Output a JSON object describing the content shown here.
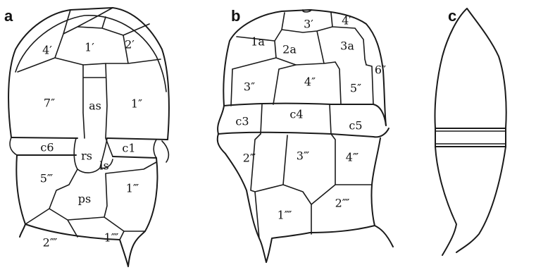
{
  "panels": [
    {
      "letter": "a",
      "plates": [
        "4′",
        "1′",
        "2′",
        "7″",
        "as",
        "1″",
        "c6",
        "rs",
        "ls",
        "c1",
        "5‴",
        "ps",
        "1‴",
        "2⁗",
        "1⁗"
      ]
    },
    {
      "letter": "b",
      "plates": [
        "3′",
        "4′",
        "1a",
        "2a",
        "3a",
        "6″",
        "3″",
        "4″",
        "5″",
        "c3",
        "c4",
        "c5",
        "2‴",
        "3‴",
        "4‴",
        "1⁗",
        "2⁗"
      ]
    },
    {
      "letter": "c",
      "plates": []
    }
  ]
}
